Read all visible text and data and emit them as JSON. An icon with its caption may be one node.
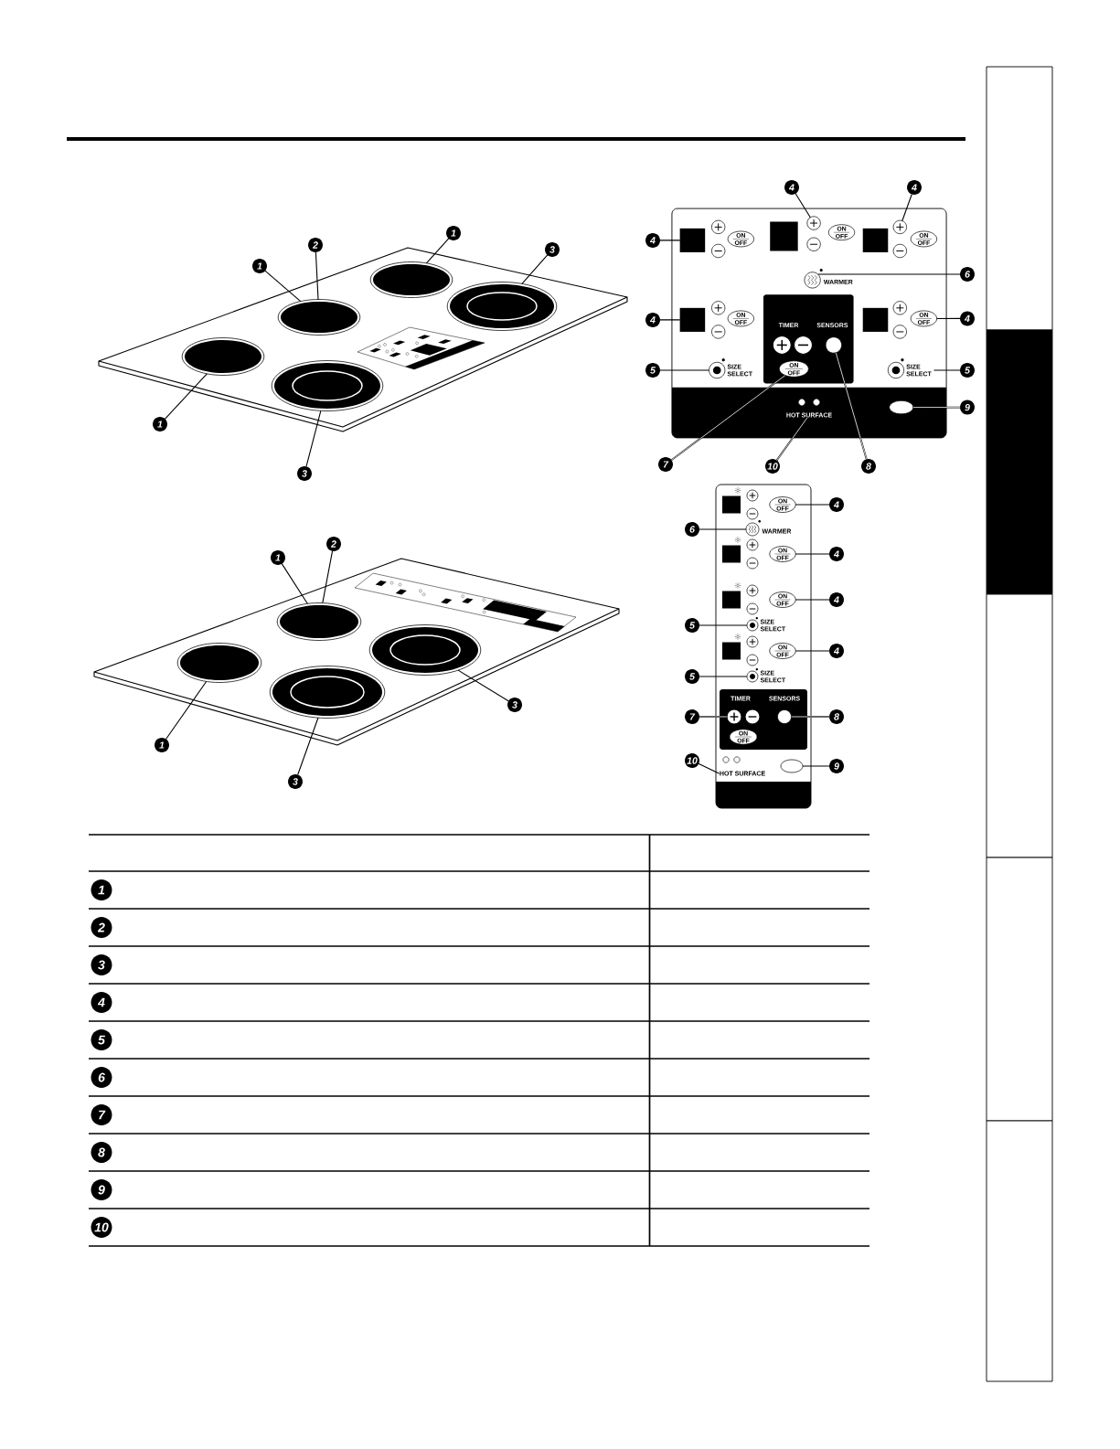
{
  "diagram": {
    "nodes": [
      {
        "text": [
          "1"
        ]
      },
      {
        "text": [
          "2"
        ]
      },
      {
        "text": [
          "1"
        ]
      },
      {
        "text": [
          "3"
        ]
      },
      {
        "text": [
          "1"
        ]
      },
      {
        "text": [
          "3"
        ]
      },
      {
        "text": [],
        "shape": "circle"
      },
      {
        "text": [],
        "shape": "circle"
      },
      {
        "text": [],
        "shape": "circle"
      },
      {
        "text": [],
        "shape": "circle"
      },
      {
        "text": [],
        "shape": "circle"
      },
      {
        "text": [],
        "shape": "box"
      },
      {
        "text": [],
        "shape": "box",
        "in": 11
      },
      {
        "text": [],
        "shape": "circle",
        "in": 11
      },
      {
        "text": [],
        "shape": "box",
        "in": 11
      },
      {
        "text": [],
        "shape": "circle",
        "in": 11
      },
      {
        "text": [],
        "shape": "box",
        "in": 11
      },
      {
        "text": [
          "ON",
          "OFF"
        ],
        "in": 11
      },
      {
        "text": [
          "ON",
          "OFF"
        ],
        "in": 11
      },
      {
        "text": [
          "ON",
          "OFF"
        ],
        "in": 11
      },
      {
        "text": [
          "WARMER"
        ],
        "in": 11
      },
      {
        "text": [],
        "shape": "box",
        "in": 11
      },
      {
        "text": [
          "ON",
          "OFF"
        ],
        "in": 11
      },
      {
        "text": [],
        "shape": "box",
        "in": 11
      },
      {
        "text": [
          "ON",
          "OFF"
        ],
        "in": 11
      },
      {
        "text": [
          "TIMER",
          "SENSORS"
        ],
        "in": 11
      },
      {
        "text": [],
        "shape": "circle",
        "in": 25
      },
      {
        "text": [],
        "shape": "circle",
        "in": 25
      },
      {
        "text": [],
        "shape": "circle",
        "in": 25
      },
      {
        "text": [
          "ON",
          "OFF"
        ],
        "in": 25
      },
      {
        "text": [
          "SIZE SELECT"
        ],
        "in": 11
      },
      {
        "text": [
          "SIZE SELECT"
        ],
        "in": 11
      },
      {
        "text": [],
        "shape": "oval",
        "in": 11
      },
      {
        "text": [
          "HOT SURFACE"
        ],
        "in": 11
      },
      {
        "text": [
          "4"
        ]
      },
      {
        "text": [
          "4"
        ]
      },
      {
        "text": [
          "4"
        ]
      },
      {
        "text": [
          "6"
        ]
      },
      {
        "text": [
          "4"
        ]
      },
      {
        "text": [
          "4"
        ]
      },
      {
        "text": [
          "5"
        ]
      },
      {
        "text": [
          "5"
        ]
      },
      {
        "text": [
          "9"
        ]
      },
      {
        "text": [
          "7"
        ]
      },
      {
        "text": [
          "10"
        ]
      },
      {
        "text": [
          "8"
        ]
      },
      {
        "text": [
          "2"
        ]
      },
      {
        "text": [
          "1"
        ]
      },
      {
        "text": [
          "1"
        ]
      },
      {
        "text": [
          "3"
        ]
      },
      {
        "text": [
          "3"
        ]
      },
      {
        "text": [],
        "shape": "circle"
      },
      {
        "text": [],
        "shape": "circle"
      },
      {
        "text": [],
        "shape": "circle"
      },
      {
        "text": [],
        "shape": "circle"
      },
      {
        "text": [],
        "shape": "box"
      },
      {
        "text": [],
        "shape": "box",
        "in": 55
      },
      {
        "text": [
          "ON",
          "OFF"
        ],
        "in": 55
      },
      {
        "text": [
          "WARMER"
        ],
        "in": 55
      },
      {
        "text": [],
        "shape": "box",
        "in": 55
      },
      {
        "text": [
          "ON",
          "OFF"
        ],
        "in": 55
      },
      {
        "text": [],
        "shape": "box",
        "in": 55
      },
      {
        "text": [
          "ON",
          "OFF"
        ],
        "in": 55
      },
      {
        "text": [
          "SIZE SELECT"
        ],
        "in": 55
      },
      {
        "text": [],
        "shape": "box",
        "in": 55
      },
      {
        "text": [
          "ON",
          "OFF"
        ],
        "in": 55
      },
      {
        "text": [
          "SIZE SELECT"
        ],
        "in": 55
      },
      {
        "text": [
          "TIMER",
          "SENSORS"
        ],
        "in": 55
      },
      {
        "text": [],
        "shape": "circle",
        "in": 67
      },
      {
        "text": [],
        "shape": "circle",
        "in": 67
      },
      {
        "text": [],
        "shape": "circle",
        "in": 67
      },
      {
        "text": [
          "ON",
          "OFF"
        ],
        "in": 67
      },
      {
        "text": [
          "HOT SURFACE"
        ],
        "in": 55
      },
      {
        "text": [],
        "shape": "oval",
        "in": 55
      },
      {
        "text": [
          "4"
        ]
      },
      {
        "text": [
          "6"
        ]
      },
      {
        "text": [
          "4"
        ]
      },
      {
        "text": [
          "4"
        ]
      },
      {
        "text": [
          "5"
        ]
      },
      {
        "text": [
          "4"
        ]
      },
      {
        "text": [
          "5"
        ]
      },
      {
        "text": [
          "7"
        ]
      },
      {
        "text": [
          "8"
        ]
      },
      {
        "text": [
          "10"
        ]
      },
      {
        "text": [
          "9"
        ]
      }
    ],
    "edges": [
      {
        "from": 0,
        "to": 7,
        "arrow": "none"
      },
      {
        "from": 1,
        "to": 7,
        "arrow": "none"
      },
      {
        "from": 2,
        "to": 6,
        "arrow": "none"
      },
      {
        "from": 3,
        "to": 8,
        "arrow": "none"
      },
      {
        "from": 4,
        "to": 9,
        "arrow": "none"
      },
      {
        "from": 5,
        "to": 10,
        "arrow": "none"
      },
      {
        "from": 34,
        "to": 13,
        "arrow": "none"
      },
      {
        "from": 35,
        "to": 15,
        "arrow": "none"
      },
      {
        "from": 36,
        "to": 12,
        "arrow": "none"
      },
      {
        "from": 37,
        "to": 20,
        "arrow": "none"
      },
      {
        "from": 38,
        "to": 21,
        "arrow": "none"
      },
      {
        "from": 39,
        "to": 24,
        "arrow": "none"
      },
      {
        "from": 40,
        "to": 30,
        "arrow": "none"
      },
      {
        "from": 41,
        "to": 31,
        "arrow": "none"
      },
      {
        "from": 42,
        "to": 32,
        "arrow": "none"
      },
      {
        "from": 43,
        "to": 29,
        "arrow": "none"
      },
      {
        "from": 44,
        "to": 33,
        "arrow": "none"
      },
      {
        "from": 45,
        "to": 28,
        "arrow": "none"
      },
      {
        "from": 46,
        "to": 51,
        "arrow": "none"
      },
      {
        "from": 47,
        "to": 51,
        "arrow": "none"
      },
      {
        "from": 48,
        "to": 53,
        "arrow": "none"
      },
      {
        "from": 49,
        "to": 52,
        "arrow": "none"
      },
      {
        "from": 50,
        "to": 54,
        "arrow": "none"
      },
      {
        "from": 74,
        "to": 57,
        "arrow": "none"
      },
      {
        "from": 75,
        "to": 58,
        "arrow": "none"
      },
      {
        "from": 76,
        "to": 60,
        "arrow": "none"
      },
      {
        "from": 77,
        "to": 62,
        "arrow": "none"
      },
      {
        "from": 78,
        "to": 63,
        "arrow": "none"
      },
      {
        "from": 79,
        "to": 65,
        "arrow": "none"
      },
      {
        "from": 80,
        "to": 66,
        "arrow": "none"
      },
      {
        "from": 81,
        "to": 68,
        "arrow": "none"
      },
      {
        "from": 82,
        "to": 70,
        "arrow": "none"
      },
      {
        "from": 83,
        "to": 72,
        "arrow": "none"
      },
      {
        "from": 84,
        "to": 73,
        "arrow": "none"
      }
    ],
    "labels": [
      "1",
      "2",
      "3",
      "4",
      "5",
      "6",
      "7",
      "8",
      "9",
      "10"
    ]
  }
}
